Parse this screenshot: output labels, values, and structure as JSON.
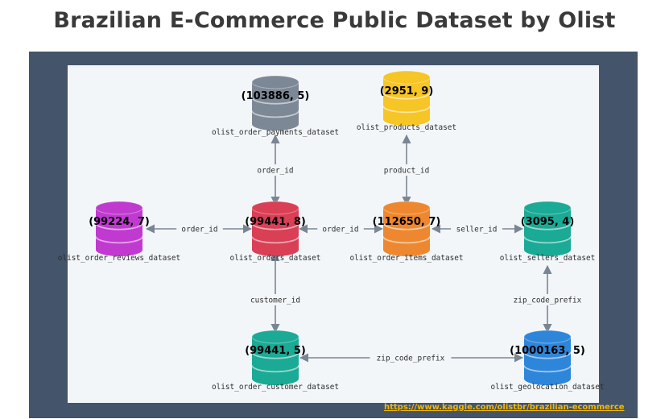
{
  "title": "Brazilian E-Commerce Public Dataset by Olist",
  "source_link": "https://www.kaggle.com/olistbr/brazilian-ecommerce",
  "colors": {
    "frame": "#44546a",
    "panel": "#f3f6f9",
    "arrow": "#7a8594",
    "link": "#f5b800"
  },
  "nodes": {
    "payments": {
      "name": "olist_order_payments_dataset",
      "shape": "(103886, 5)",
      "color": "#7d8897"
    },
    "products": {
      "name": "olist_products_dataset",
      "shape": "(2951, 9)",
      "color": "#f6c526"
    },
    "reviews": {
      "name": "olist_order_reviews_dataset",
      "shape": "(99224, 7)",
      "color": "#c03ad0"
    },
    "orders": {
      "name": "olist_orders_dataset",
      "shape": "(99441, 8)",
      "color": "#d93f55"
    },
    "items": {
      "name": "olist_order_items_dataset",
      "shape": "(112650, 7)",
      "color": "#ee8830"
    },
    "sellers": {
      "name": "olist_sellers_dataset",
      "shape": "(3095, 4)",
      "color": "#1aaa95"
    },
    "customers": {
      "name": "olist_order_customer_dataset",
      "shape": "(99441, 5)",
      "color": "#1aaa95"
    },
    "geo": {
      "name": "olist_geolocation_dataset",
      "shape": "(1000163, 5)",
      "color": "#2e86da"
    }
  },
  "edges": [
    {
      "id": "reviews-orders",
      "label": "order_id"
    },
    {
      "id": "orders-items",
      "label": "order_id"
    },
    {
      "id": "items-sellers",
      "label": "seller_id"
    },
    {
      "id": "orders-payments",
      "label": "order_id"
    },
    {
      "id": "items-products",
      "label": "product_id"
    },
    {
      "id": "orders-customers",
      "label": "customer_id"
    },
    {
      "id": "sellers-geo",
      "label": "zip_code_prefix"
    },
    {
      "id": "customers-geo",
      "label": "zip_code_prefix"
    }
  ]
}
